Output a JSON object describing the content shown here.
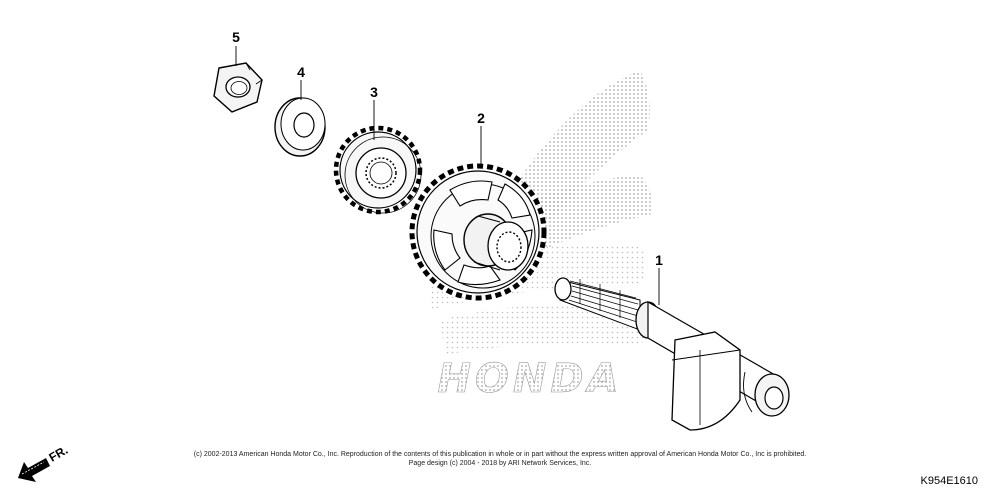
{
  "callouts": [
    {
      "number": "1",
      "part": "shaft"
    },
    {
      "number": "2",
      "part": "large-gear"
    },
    {
      "number": "3",
      "part": "small-gear"
    },
    {
      "number": "4",
      "part": "washer"
    },
    {
      "number": "5",
      "part": "nut"
    }
  ],
  "direction_label": "FR.",
  "watermark_text": "HONDA",
  "copyright": {
    "line1": "(c) 2002-2013 American Honda Motor Co., Inc. Reproduction of the contents of this publication in whole or in part without the express written approval of American Honda Motor Co., Inc is prohibited.",
    "line2": "Page design (c) 2004 - 2018 by ARI Network Services, Inc."
  },
  "diagram_code": "K954E1610"
}
